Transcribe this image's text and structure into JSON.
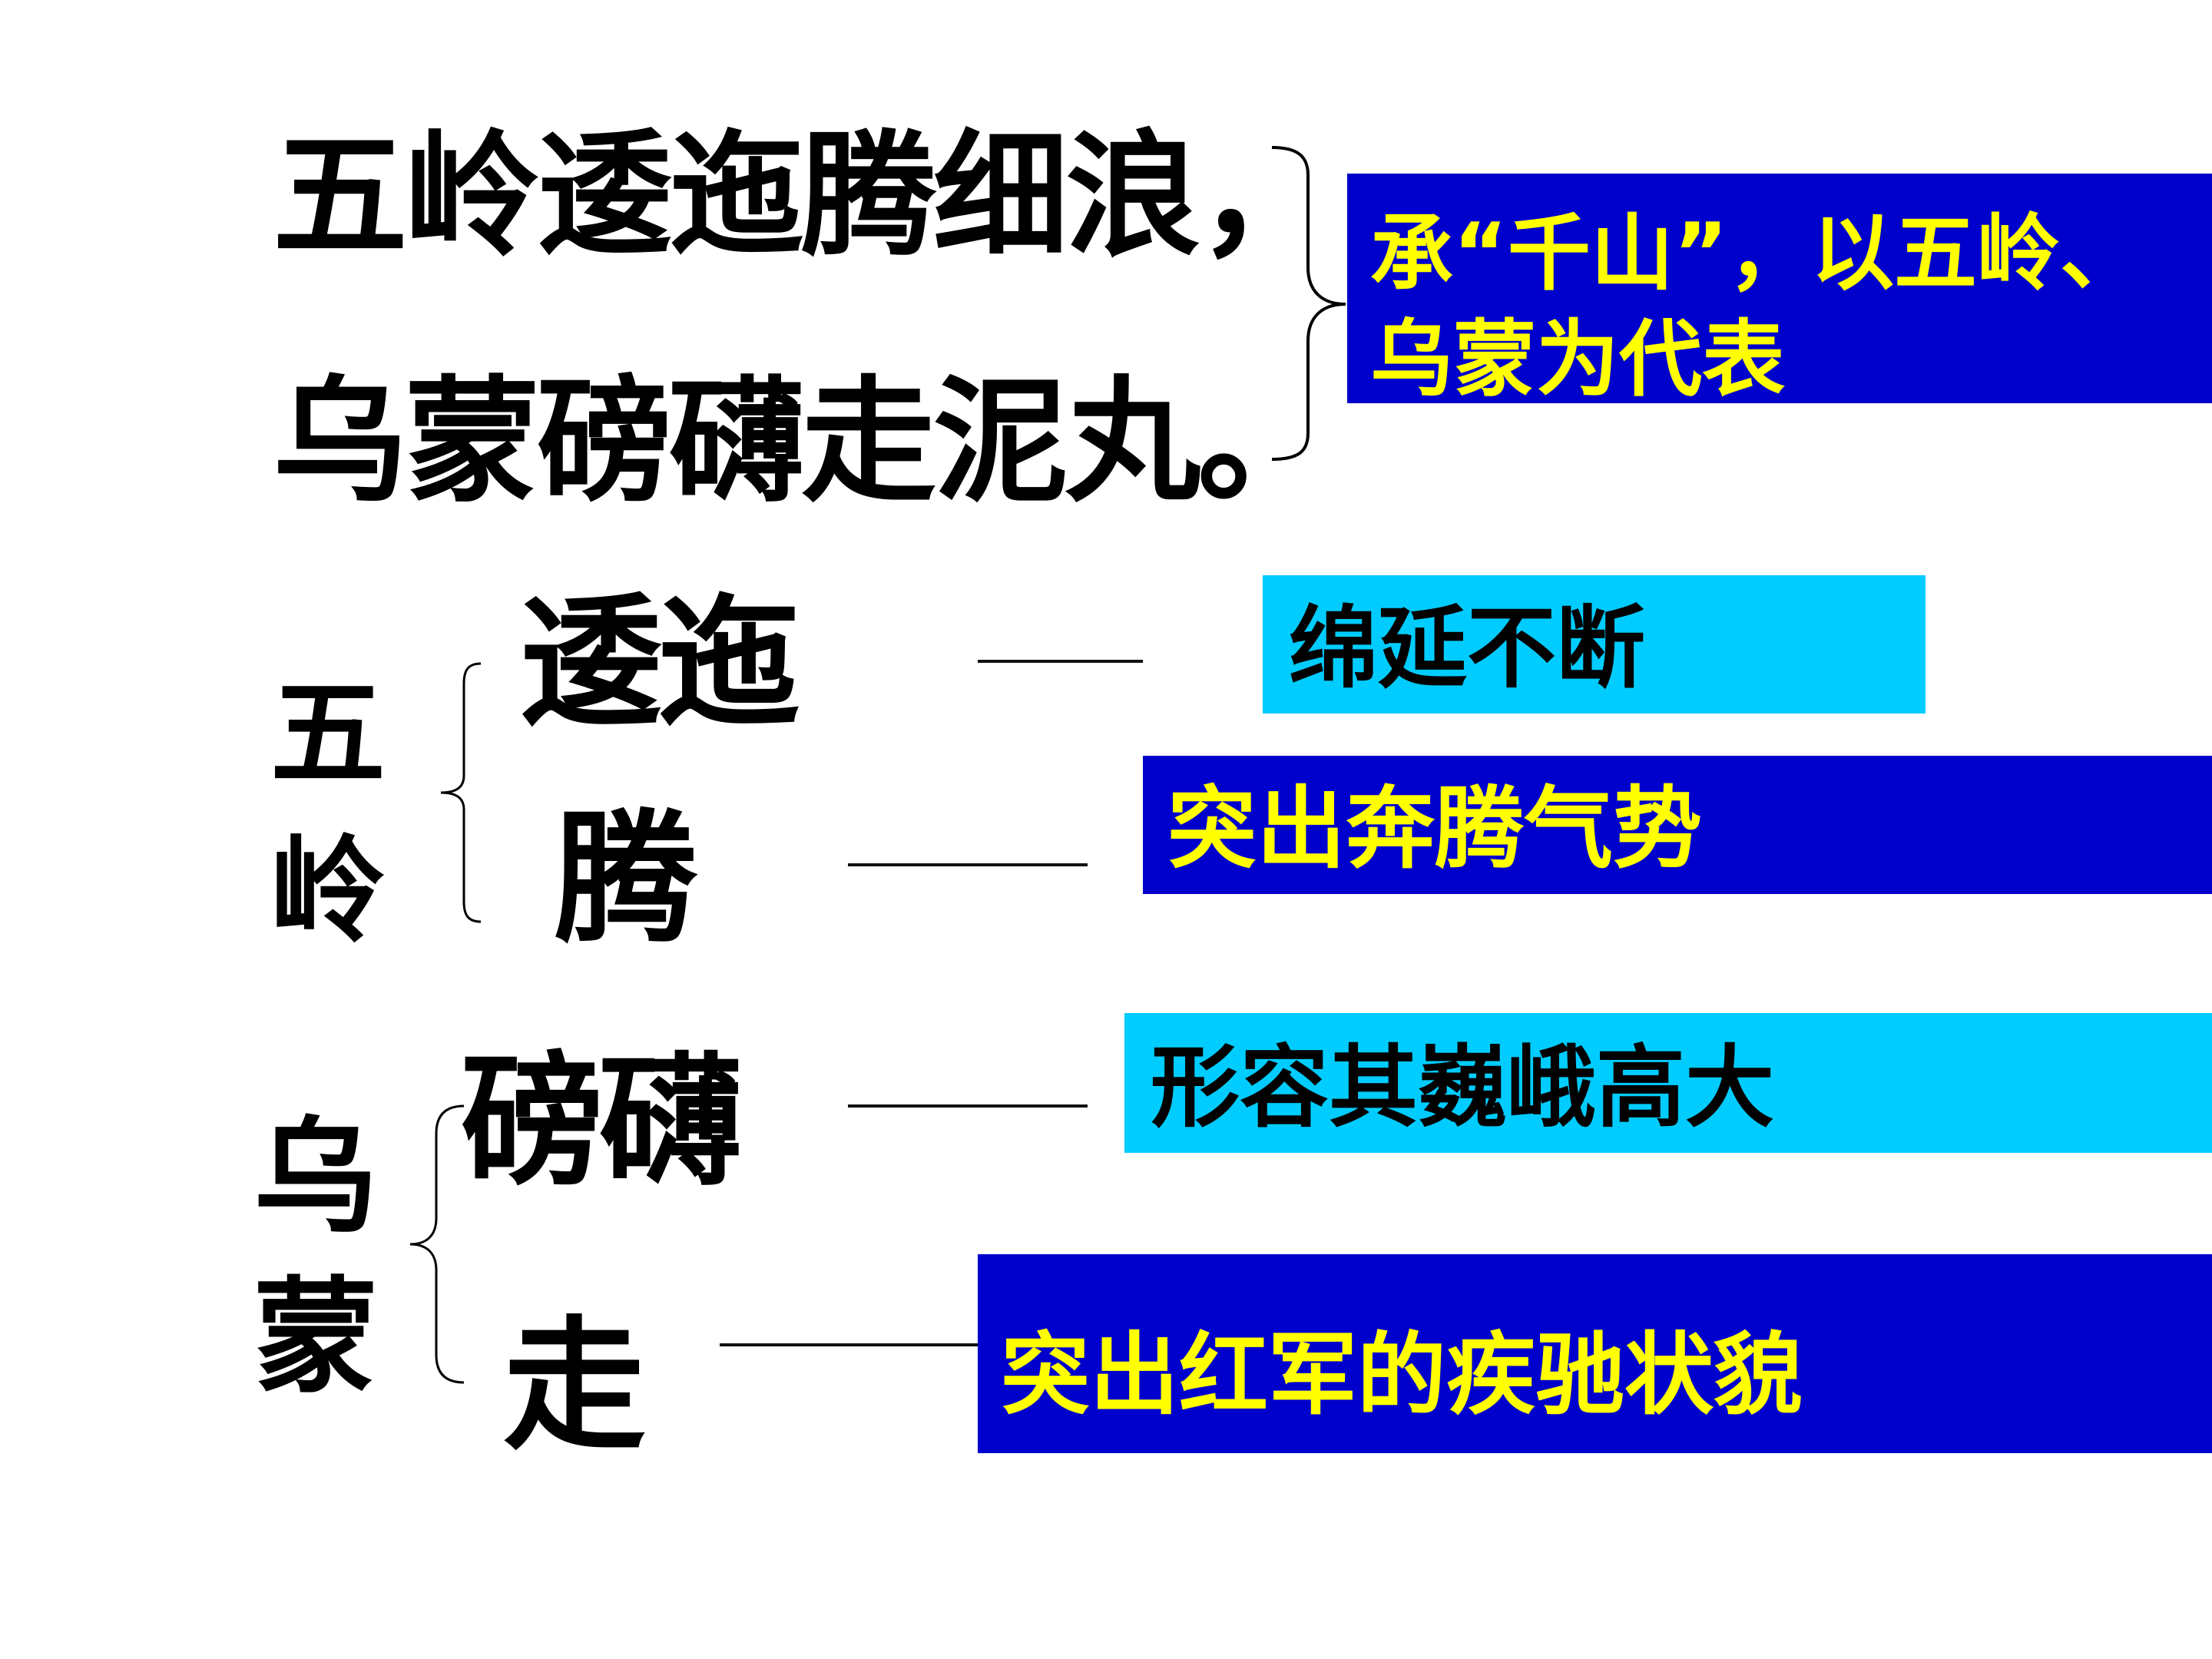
{
  "poem": {
    "line1": "五岭逶迤腾细浪，",
    "line2": "乌蒙磅礴走泥丸。"
  },
  "summary": {
    "line1": "承“千山”，以五岭、",
    "line2": "乌蒙为代表"
  },
  "groups": [
    {
      "label_chars": [
        "五",
        "岭"
      ],
      "items": [
        {
          "keyword": "逶迤",
          "explanation": "绵延不断",
          "box_style": "light"
        },
        {
          "keyword": "腾",
          "explanation": "突出奔腾气势",
          "box_style": "dark"
        }
      ]
    },
    {
      "label_chars": [
        "乌",
        "蒙"
      ],
      "items": [
        {
          "keyword": "磅礴",
          "explanation": "形容其巍峨高大",
          "box_style": "light"
        },
        {
          "keyword": "走",
          "explanation": "突出红军的疾驰状貌",
          "box_style": "dark"
        }
      ]
    }
  ],
  "colors": {
    "dark_box_bg": "#0000cc",
    "dark_box_text": "#ffff00",
    "light_box_bg": "#00ccff",
    "light_box_text": "#000000",
    "background": "#ffffff"
  }
}
